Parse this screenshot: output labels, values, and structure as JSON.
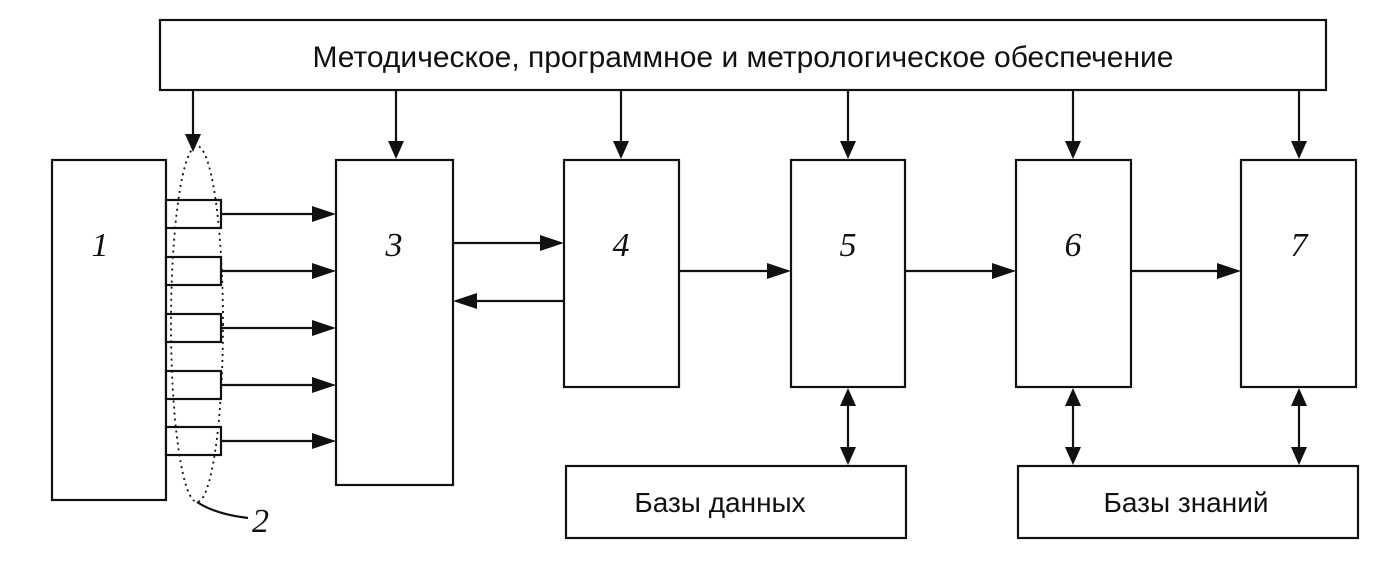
{
  "support_title": "Методическое, программное и метрологическое обеспечение",
  "blocks": {
    "b1": "1",
    "b3": "3",
    "b4": "4",
    "b5": "5",
    "b6": "6",
    "b7": "7"
  },
  "sensor_group_label": "2",
  "databases_label": "Базы данных",
  "knowledge_bases_label": "Базы знаний"
}
